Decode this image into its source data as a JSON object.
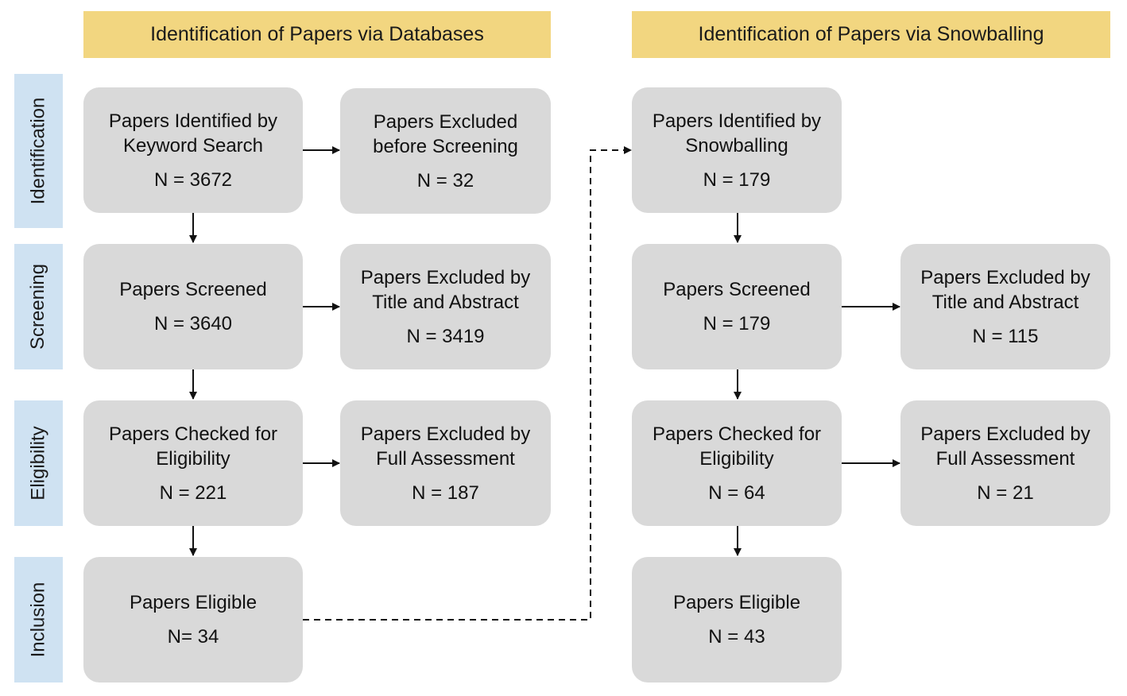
{
  "headers": {
    "databases": "Identification of Papers via Databases",
    "snowballing": "Identification of Papers via Snowballing"
  },
  "stages": {
    "identification": "Identification",
    "screening": "Screening",
    "eligibility": "Eligibility",
    "inclusion": "Inclusion"
  },
  "databases": {
    "identified": {
      "label": "Papers Identified by\nKeyword Search",
      "count": "N = 3672"
    },
    "excluded_before": {
      "label": "Papers Excluded\nbefore Screening",
      "count": "N = 32"
    },
    "screened": {
      "label": "Papers Screened",
      "count": "N = 3640"
    },
    "excluded_title": {
      "label": "Papers Excluded by\nTitle and Abstract",
      "count": "N = 3419"
    },
    "checked": {
      "label": "Papers Checked for\nEligibility",
      "count": "N = 221"
    },
    "excluded_full": {
      "label": "Papers Excluded by\nFull Assessment",
      "count": "N = 187"
    },
    "eligible": {
      "label": "Papers Eligible",
      "count": "N= 34"
    }
  },
  "snowballing": {
    "identified": {
      "label": "Papers Identified by\nSnowballing",
      "count": "N = 179"
    },
    "screened": {
      "label": "Papers Screened",
      "count": "N = 179"
    },
    "excluded_title": {
      "label": "Papers Excluded by\nTitle and Abstract",
      "count": "N = 115"
    },
    "checked": {
      "label": "Papers Checked for\nEligibility",
      "count": "N = 64"
    },
    "excluded_full": {
      "label": "Papers Excluded by\nFull Assessment",
      "count": "N = 21"
    },
    "eligible": {
      "label": "Papers Eligible",
      "count": "N = 43"
    }
  }
}
